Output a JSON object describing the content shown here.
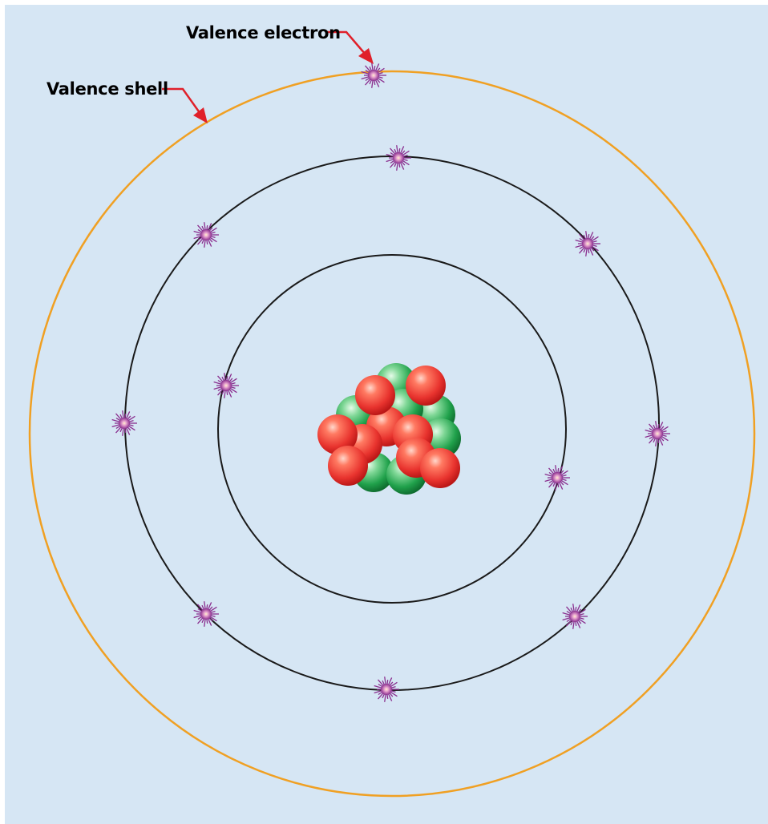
{
  "labels": {
    "valence_electron": "Valence electron",
    "valence_shell": "Valence shell"
  },
  "colors": {
    "background": "#d6e6f4",
    "valence_shell": "#f0a023",
    "inner_shells": "#1a1a1a",
    "pointer": "#e0202a",
    "electron": "#8a2f8f",
    "proton": "#e8332e",
    "neutron": "#20a14b"
  },
  "atom": {
    "shells": [
      {
        "name": "inner-shell",
        "electron_count": 2
      },
      {
        "name": "middle-shell",
        "electron_count": 8
      },
      {
        "name": "valence-shell",
        "electron_count": 1
      }
    ]
  }
}
